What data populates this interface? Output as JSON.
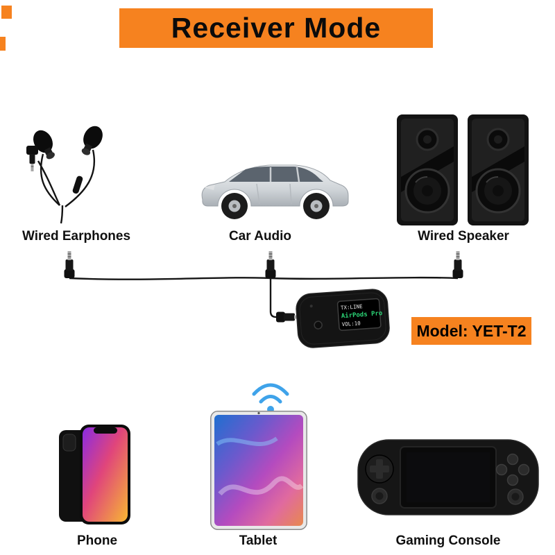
{
  "banner": {
    "title": "Receiver Mode",
    "background": "#f6821f"
  },
  "mode_diagram": {
    "top_devices": [
      {
        "id": "wired-earphones",
        "label": "Wired Earphones"
      },
      {
        "id": "car-audio",
        "label": "Car Audio"
      },
      {
        "id": "wired-speaker",
        "label": "Wired Speaker"
      }
    ],
    "bottom_devices": [
      {
        "id": "phone",
        "label": "Phone"
      },
      {
        "id": "tablet",
        "label": "Tablet"
      },
      {
        "id": "gaming-console",
        "label": "Gaming Console"
      }
    ]
  },
  "adapter": {
    "screen": {
      "line1": "TX:LINE",
      "line2": "AirPods Pro",
      "line3": "VOL:10"
    },
    "model_label": "Model: YET-T2"
  },
  "icons": {
    "signal": "wireless-signal-icon",
    "plug": "aux-plug-icon"
  },
  "colors": {
    "accent_orange": "#f6821f",
    "screen_text_green": "#2bd476",
    "signal_blue": "#3fa3ea",
    "cable_black": "#151515"
  }
}
